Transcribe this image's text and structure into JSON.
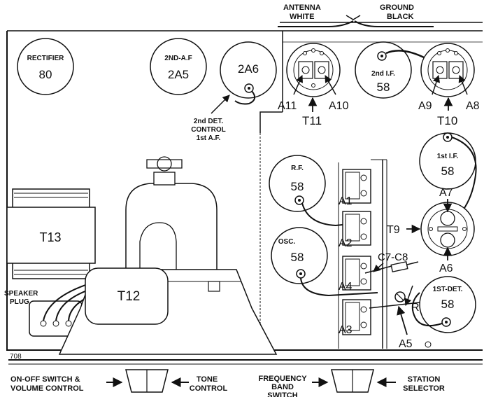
{
  "antenna": {
    "label_top": "ANTENNA",
    "label_bottom": "WHITE"
  },
  "ground": {
    "label_top": "GROUND",
    "label_bottom": "BLACK"
  },
  "tubes": {
    "rectifier": {
      "name": "RECTIFIER",
      "type": "80"
    },
    "second_af": {
      "name": "2ND-A.F",
      "type": "2A5"
    },
    "second_det": {
      "type": "2A6"
    },
    "second_if": {
      "name": "2nd I.F.",
      "type": "58"
    },
    "first_if": {
      "name": "1st I.F.",
      "type": "58"
    },
    "rf": {
      "name": "R.F.",
      "type": "58"
    },
    "osc": {
      "name": "OSC.",
      "type": "58"
    },
    "first_det": {
      "name": "1ST-DET.",
      "type": "58"
    }
  },
  "second_det_caption": [
    "2nd DET.",
    "CONTROL",
    "1st A.F."
  ],
  "labels": {
    "a1": "A1",
    "a2": "A2",
    "a3": "A3",
    "a4": "A4",
    "a5": "A5",
    "a6": "A6",
    "a7": "A7",
    "a8": "A8",
    "a9": "A9",
    "a10": "A10",
    "a11": "A11",
    "t9": "T9",
    "t10": "T10",
    "t11": "T11",
    "t12": "T12",
    "t13": "T13",
    "c7c8": "C7-C8",
    "r6": "R6"
  },
  "speaker_plug": [
    "SPEAKER",
    "PLUG"
  ],
  "chassis_number": "708",
  "controls": {
    "on_off": [
      "ON-OFF SWITCH &",
      "VOLUME CONTROL"
    ],
    "tone": [
      "TONE",
      "CONTROL"
    ],
    "band": [
      "FREQUENCY",
      "BAND",
      "SWITCH"
    ],
    "station": [
      "STATION",
      "SELECTOR"
    ]
  }
}
